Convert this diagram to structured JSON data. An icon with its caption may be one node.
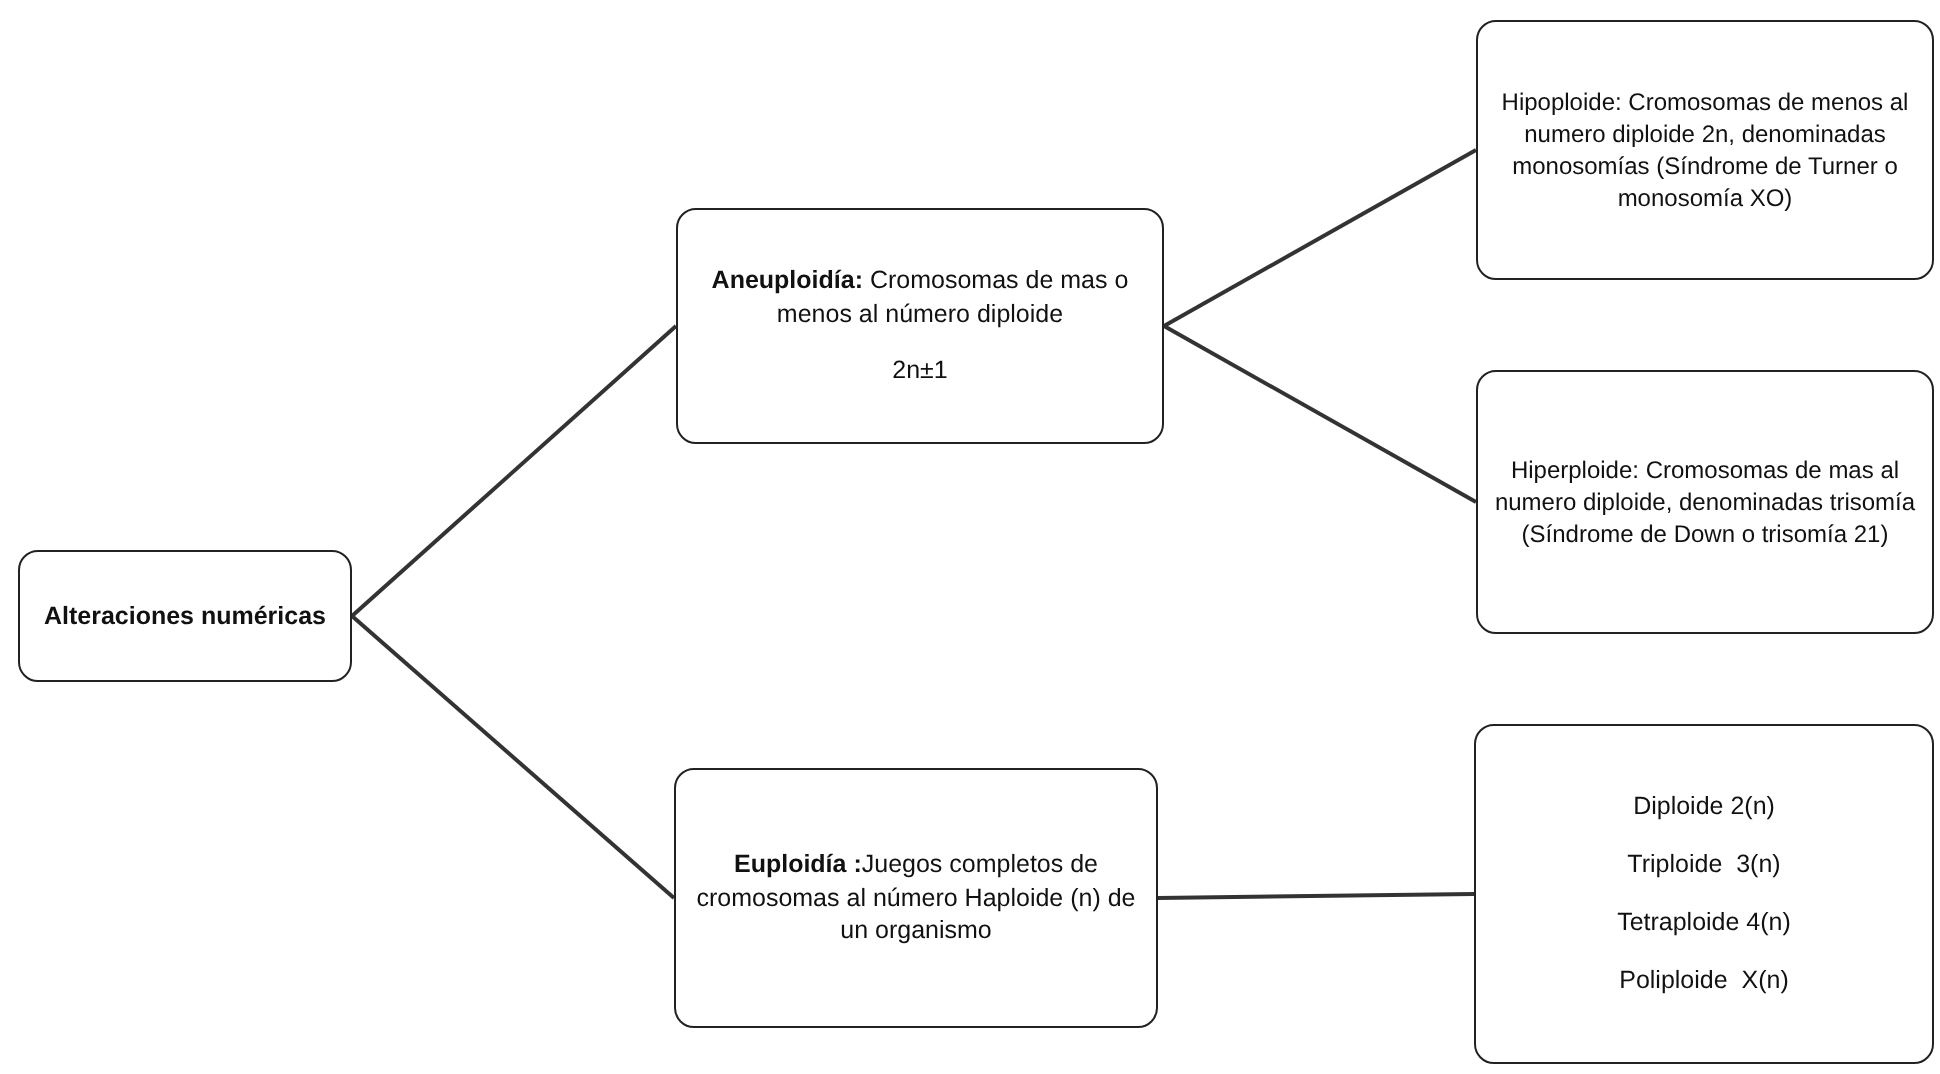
{
  "diagram": {
    "nodes": [
      {
        "text": [
          "Alteraciones numéricas"
        ]
      },
      {
        "text": [
          "**Aneuploidía:** Cromosomas de mas o menos al número diploide",
          "2n±1"
        ]
      },
      {
        "text": [
          "Hipoploide: Cromosomas de menos al numero diploide 2n, denominadas monosomías (Síndrome de Turner o monosomía XO)"
        ]
      },
      {
        "text": [
          "Hiperploide: Cromosomas de mas al numero diploide, denominadas trisomía (Síndrome de Down o trisomía 21)"
        ]
      },
      {
        "text": [
          "**Euploidía :**Juegos completos de cromosomas al número Haploide (n) de un organismo"
        ]
      },
      {
        "text": [
          "Diploide 2(n)",
          "Triploide  3(n)",
          "Tetraploide 4(n)",
          "Poliploide  X(n)"
        ]
      }
    ],
    "edges": [
      {
        "from": 0,
        "to": 1,
        "arrow": "none"
      },
      {
        "from": 0,
        "to": 4,
        "arrow": "none"
      },
      {
        "from": 1,
        "to": 2,
        "arrow": "none"
      },
      {
        "from": 1,
        "to": 3,
        "arrow": "none"
      },
      {
        "from": 4,
        "to": 5,
        "arrow": "none"
      }
    ]
  }
}
